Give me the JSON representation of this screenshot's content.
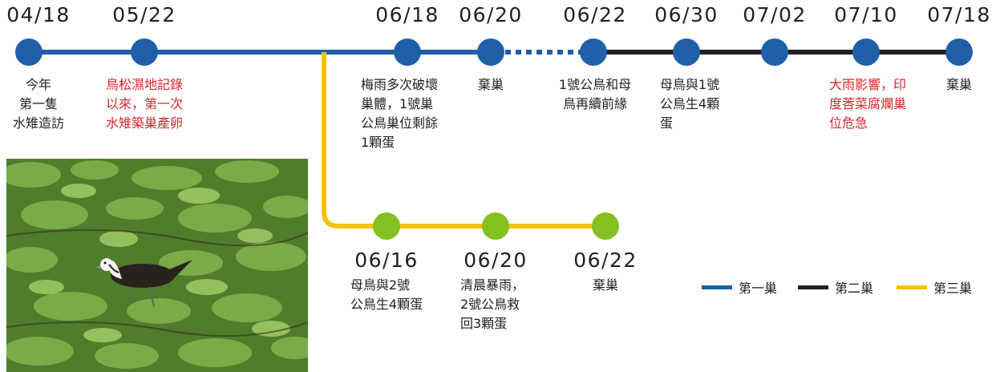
{
  "colors": {
    "nest1": "#1f5fa8",
    "nest2": "#231f20",
    "nest3": "#f7c200",
    "node3": "#83c11e",
    "highlight": "#d7262b"
  },
  "nest1": {
    "events": [
      {
        "date": "04/18",
        "desc": [
          "今年",
          "第一隻",
          "水雉造訪"
        ],
        "highlight": false
      },
      {
        "date": "05/22",
        "desc": [
          "鳥松濕地記錄",
          "以來，第一次",
          "水雉築巢產卵"
        ],
        "highlight": true
      },
      {
        "date": "06/18",
        "desc": [
          "梅雨多次破壞",
          "巢體，1號巢",
          "公鳥巢位剩餘",
          "1顆蛋"
        ],
        "highlight": false
      },
      {
        "date": "06/20",
        "desc": [
          "棄巢"
        ],
        "highlight": false
      }
    ]
  },
  "nest2": {
    "events": [
      {
        "date": "06/22",
        "desc": [
          "1號公鳥和母",
          "鳥再續前緣"
        ],
        "highlight": false
      },
      {
        "date": "06/30",
        "desc": [
          "母鳥與1號",
          "公鳥生4顆",
          "蛋"
        ],
        "highlight": false
      },
      {
        "date": "07/02",
        "desc": [],
        "highlight": false
      },
      {
        "date": "07/10",
        "desc": [
          "大雨影響，印",
          "度莕菜腐爛巢",
          "位危急"
        ],
        "highlight": true
      },
      {
        "date": "07/18",
        "desc": [
          "棄巢"
        ],
        "highlight": false
      }
    ]
  },
  "nest3": {
    "events": [
      {
        "date": "06/16",
        "desc": [
          "母鳥與2號",
          "公鳥生4顆蛋"
        ],
        "highlight": false
      },
      {
        "date": "06/20",
        "desc": [
          "清晨暴雨，",
          "2號公鳥救",
          "回3顆蛋"
        ],
        "highlight": false
      },
      {
        "date": "06/22",
        "desc": [
          "棄巢"
        ],
        "highlight": false
      }
    ]
  },
  "legend": [
    {
      "label": "第一巢",
      "color": "#1f5fa8"
    },
    {
      "label": "第二巢",
      "color": "#231f20"
    },
    {
      "label": "第三巢",
      "color": "#f7c200"
    }
  ],
  "photo": {
    "subject": "pheasant-tailed jacana on water lily leaves"
  }
}
